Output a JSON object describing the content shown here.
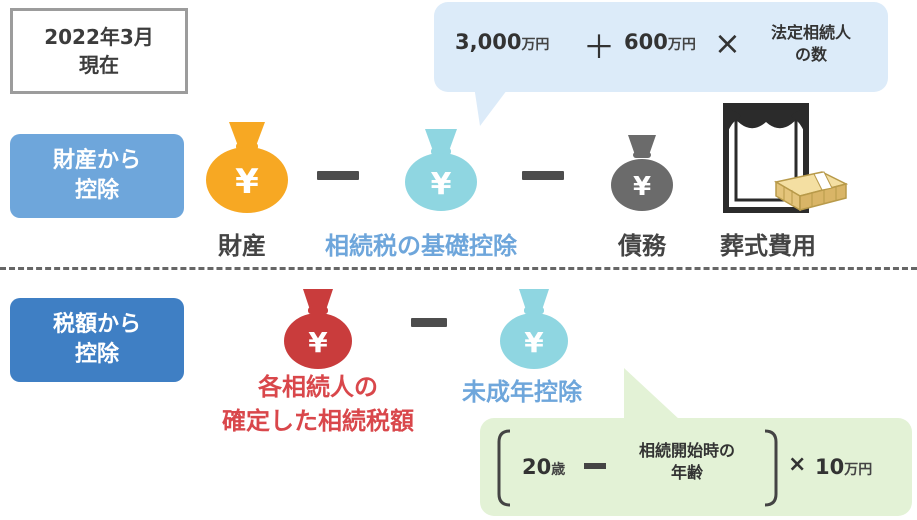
{
  "date_box": {
    "line1": "2022年3月",
    "line2": "現在"
  },
  "sections": {
    "estate": {
      "line1": "財産から",
      "line2": "控除"
    },
    "tax": {
      "line1": "税額から",
      "line2": "控除"
    }
  },
  "row1": {
    "assets": "財産",
    "basic_deduction": "相続税の基礎控除",
    "debts": "債務",
    "funeral": "葬式費用"
  },
  "row2": {
    "heir_tax_line1": "各相続人の",
    "heir_tax_line2": "確定した相続税額",
    "minor_deduction": "未成年控除"
  },
  "formula_basic": {
    "amount1": "3,000",
    "unit1": "万円",
    "plus": "＋",
    "amount2": "600",
    "unit2": "万円",
    "times": "×",
    "heirs_line1": "法定相続人",
    "heirs_line2": "の数"
  },
  "formula_minor": {
    "age": "20",
    "age_unit": "歳",
    "minus": "－",
    "start_age_line1": "相続開始時の",
    "start_age_line2": "年齢",
    "times": "×",
    "amount": "10",
    "unit": "万円"
  },
  "icons": {
    "yen_symbol": "¥"
  },
  "colors": {
    "bag_orange": "#f7a823",
    "bag_light_blue": "#8fd6e1",
    "bag_gray": "#6b6b6b",
    "bag_red": "#c93c3c",
    "label_blue": "#6ea6db",
    "label_red": "#d9474b",
    "bubble_blue": "#dcebf9",
    "bubble_green": "#e3f2d6"
  }
}
